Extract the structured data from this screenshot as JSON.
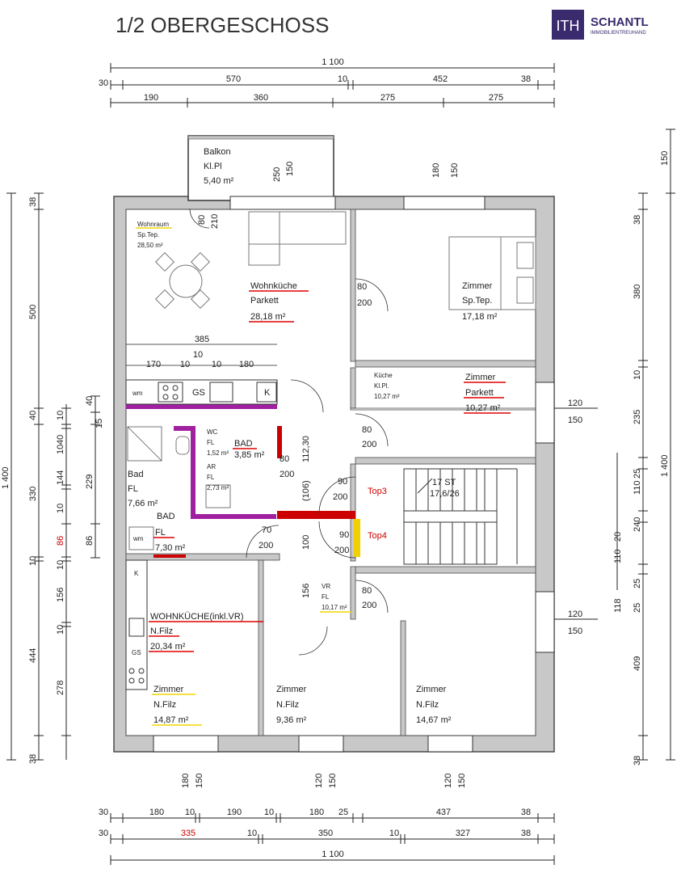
{
  "header": {
    "title": "1/2 OBERGESCHOSS",
    "logo_initials": "ITH",
    "logo_name": "SCHANTL",
    "logo_sub": "IMMOBILIENTREUHAND",
    "logo_color": "#3a2a6e"
  },
  "colors": {
    "wall": "#4a4a4a",
    "wall_fill": "#c8c8c8",
    "purple_highlight": "#a020a0",
    "red_highlight": "#cc0000",
    "yellow_highlight": "#f0d000",
    "underline_red": "#e00000",
    "underline_yellow": "#f2d600"
  },
  "dims_top": {
    "row1": [
      "1 100"
    ],
    "row2": [
      "30",
      "570",
      "10",
      "452",
      "38"
    ],
    "row3": [
      "190",
      "360",
      "275",
      "275"
    ]
  },
  "dims_bottom": {
    "row1": [
      "30",
      "180",
      "10",
      "190",
      "10",
      "180",
      "25",
      "437",
      "38"
    ],
    "row2": [
      "30",
      "335",
      "10",
      "350",
      "10",
      "327",
      "38"
    ],
    "row3": [
      "1 100"
    ]
  },
  "dims_left": {
    "outer": [
      "1 400"
    ],
    "mid": [
      "38",
      "500",
      "40",
      "330",
      "10",
      "444",
      "38"
    ],
    "inner": [
      "10",
      "40",
      "10",
      "144",
      "10",
      "86",
      "10",
      "156",
      "10",
      "278"
    ],
    "innermost": [
      "40",
      "15",
      "229",
      "86"
    ]
  },
  "dims_right": {
    "outer": [
      "150",
      "1 400"
    ],
    "mid": [
      "38",
      "380",
      "10",
      "235",
      "25",
      "110",
      "240",
      "20",
      "110",
      "25",
      "118",
      "25",
      "409",
      "38"
    ],
    "windows": [
      "120",
      "150",
      "120",
      "150"
    ]
  },
  "rooms": [
    {
      "key": "balkon",
      "name": "Balkon",
      "floor": "Kl.Pl",
      "area": "5,40 m²"
    },
    {
      "key": "wohnraum",
      "name": "Wohnraum",
      "floor": "Sp.Tep.",
      "area": "28,50 m²"
    },
    {
      "key": "wohnkueche_top",
      "name": "Wohnküche",
      "floor": "Parkett",
      "area": "28,18 m²"
    },
    {
      "key": "zimmer_ne",
      "name": "Zimmer",
      "floor": "Sp.Tep.",
      "area": "17,18 m²"
    },
    {
      "key": "kueche",
      "name": "Küche",
      "floor": "Kl.Pl.",
      "area": "10,27 m²"
    },
    {
      "key": "zimmer_e",
      "name": "Zimmer",
      "floor": "Parkett",
      "area": "10,27 m²"
    },
    {
      "key": "wc",
      "name": "WC",
      "floor": "FL",
      "area": "1,52 m²"
    },
    {
      "key": "bad_top",
      "name": "BAD",
      "floor": "",
      "area": "3,85 m²"
    },
    {
      "key": "ar",
      "name": "AR",
      "floor": "FL",
      "area": "2,73 m²"
    },
    {
      "key": "bad_left",
      "name": "Bad",
      "floor": "FL",
      "area": "7,66 m²"
    },
    {
      "key": "bad_small",
      "name": "BAD",
      "floor": "FL",
      "area": "7,30 m²"
    },
    {
      "key": "wohnkueche_bottom",
      "name": "WOHNKÜCHE(inkl.VR)",
      "floor": "N.Filz",
      "area": "20,34 m²"
    },
    {
      "key": "vr",
      "name": "VR",
      "floor": "FL",
      "area": "10,17 m²"
    },
    {
      "key": "zimmer_sw",
      "name": "Zimmer",
      "floor": "N.Filz",
      "area": "14,87 m²"
    },
    {
      "key": "zimmer_s",
      "name": "Zimmer",
      "floor": "N.Filz",
      "area": "9,36 m²"
    },
    {
      "key": "zimmer_se",
      "name": "Zimmer",
      "floor": "N.Filz",
      "area": "14,67 m²"
    }
  ],
  "doors": [
    {
      "w": "80",
      "h": "200"
    },
    {
      "w": "80",
      "h": "200"
    },
    {
      "w": "90",
      "h": "200"
    },
    {
      "w": "90",
      "h": "200"
    },
    {
      "w": "80",
      "h": "200"
    },
    {
      "w": "70",
      "h": "200"
    },
    {
      "w": "80",
      "h": "200"
    }
  ],
  "kitchen_top": {
    "dims": [
      "385",
      "170",
      "10",
      "10",
      "10",
      "180"
    ],
    "labels": [
      "wm",
      "GS",
      "K"
    ]
  },
  "kitchen_bottom": {
    "labels": [
      "K",
      "GS"
    ]
  },
  "stairs": {
    "label": "17 ST",
    "ratio": "17,6/26"
  },
  "tops": [
    "Top3",
    "Top4"
  ],
  "misc": {
    "wall_a": "250",
    "wall_b": "150",
    "bal_a": "80",
    "bal_b": "210",
    "north_a": "180",
    "north_b": "150",
    "hall_1": "112,30",
    "hall_2": "(106)",
    "hall_3": "100",
    "hall_4": "156",
    "bottom_win": [
      "180",
      "150",
      "120",
      "150",
      "120",
      "150"
    ],
    "wm": "wm"
  }
}
